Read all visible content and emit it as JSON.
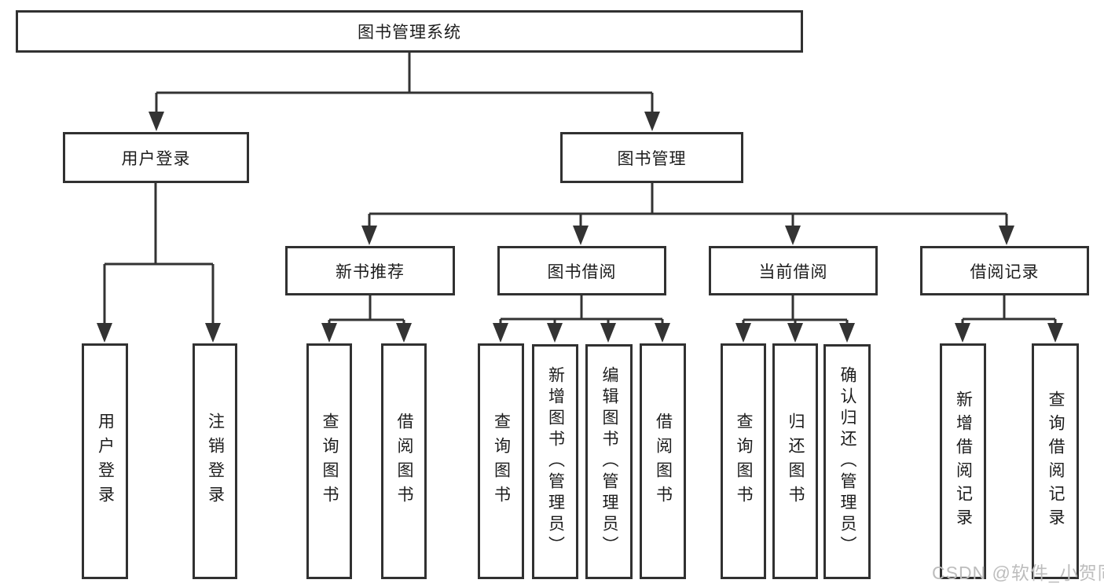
{
  "tree": {
    "root": {
      "label": "图书管理系统"
    },
    "user_login": {
      "label": "用户登录",
      "children": [
        {
          "label": "用户登录"
        },
        {
          "label": "注销登录"
        }
      ]
    },
    "book_mgmt": {
      "label": "图书管理",
      "children": [
        {
          "label": "新书推荐",
          "children": [
            {
              "label": "查询图书"
            },
            {
              "label": "借阅图书"
            }
          ]
        },
        {
          "label": "图书借阅",
          "children": [
            {
              "label": "查询图书"
            },
            {
              "label": "新增图书（管理员）"
            },
            {
              "label": "编辑图书（管理员）"
            },
            {
              "label": "借阅图书"
            }
          ]
        },
        {
          "label": "当前借阅",
          "children": [
            {
              "label": "查询图书"
            },
            {
              "label": "归还图书"
            },
            {
              "label": "确认归还（管理员）"
            }
          ]
        },
        {
          "label": "借阅记录",
          "children": [
            {
              "label": "新增借阅记录"
            },
            {
              "label": "查询借阅记录"
            }
          ]
        }
      ]
    }
  },
  "colors": {
    "line": "#333333",
    "border": "#313131",
    "text": "#1c1c1c",
    "watermark": "#bdbdbd"
  },
  "watermark": {
    "text": "CSDN @软件_小贺同学"
  }
}
